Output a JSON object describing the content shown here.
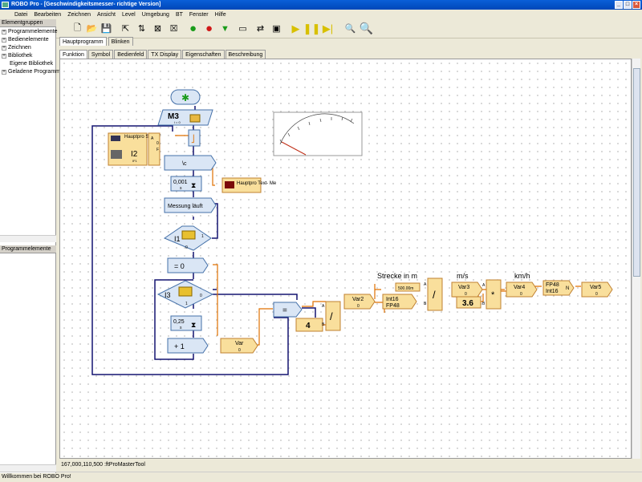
{
  "window": {
    "title": "ROBO Pro - [Geschwindigkeitsmesser- richtige Version]"
  },
  "menu": [
    "Datei",
    "Bearbeiten",
    "Zeichnen",
    "Ansicht",
    "Level",
    "Umgebung",
    "BT",
    "Fenster",
    "Hilfe"
  ],
  "left_panel": {
    "group_header": "Elementgruppen",
    "tree": [
      "Programmelemente",
      "Bedienelemente",
      "Zeichnen",
      "Bibliothek",
      "Eigene Bibliothek",
      "Geladene Programme"
    ],
    "elements_header": "Programmelemente"
  },
  "program_tabs": [
    "Hauptprogramm",
    "Blinken"
  ],
  "view_tabs": [
    "Funktion",
    "Symbol",
    "Bedienfeld",
    "TX Display",
    "Eigenschaften",
    "Beschreibung"
  ],
  "diagram": {
    "motor": "M3",
    "motor_sub": "i = 0",
    "input_label": "Hauptpro START",
    "input_id": "I2",
    "input_sub": "IF1",
    "port_a": "A",
    "port_b": "B",
    "port_zero": "0",
    "port_one": "1",
    "port_f": "F",
    "clear": "\\c",
    "wait1": "0,001",
    "unit_s": "s",
    "text_display": "Hauptpro Text- Me",
    "measure": "Messung läuft",
    "i1": "I1",
    "eq0": "=  0",
    "i3": "I3",
    "wait2": "0,25",
    "plus1": "+  1",
    "var": "Var",
    "var_val": "0",
    "eq": "=",
    "four": "4",
    "div": "/",
    "var2": "Var2",
    "int16": "Int16",
    "fp48": "FP48",
    "strecke": "Strecke in m",
    "strecke_val": "500.00m",
    "ms": "m/s",
    "var3": "Var3",
    "three6": "3.6",
    "mul": "*",
    "kmh": "km/h",
    "var4": "Var4",
    "fp48b": "FP48",
    "int16b": "Int16",
    "n": "N",
    "var5": "Var5"
  },
  "status": {
    "coords": "167,000,110,500 :ftProMasterTool",
    "message": "Willkommen bei ROBO Pro!"
  }
}
